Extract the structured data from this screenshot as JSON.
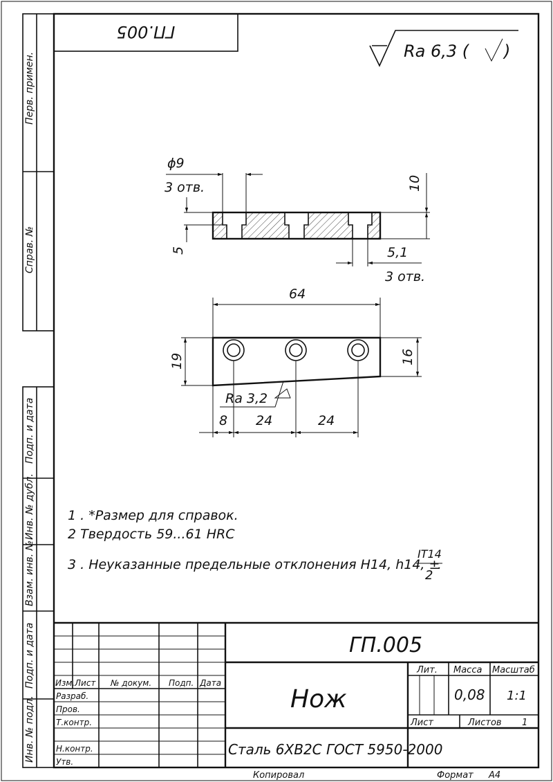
{
  "top_stamp": "ГП.005",
  "roughness": {
    "general": "Ra 6,3 (",
    "face": "Ra 3,2"
  },
  "side_labels": {
    "perv_primen": "Перв. примен.",
    "sprav_no": "Справ. №",
    "podp_data_1": "Подп. и дата",
    "inv_dubl": "Инв. № дубл.",
    "vzam_inv": "Взам. инв. №",
    "podp_data_2": "Подп. и дата",
    "inv_podl": "Инв. № подл."
  },
  "dimensions": {
    "hole_dia": "ϕ9",
    "holes_top": "3 отв.",
    "thickness": "10",
    "counterbore": "5",
    "small_hole": "5,1",
    "holes_bottom": "3 отв.",
    "length": "64",
    "height_left": "19",
    "height_right": "16",
    "pitch_first": "8",
    "pitch_second": "24",
    "pitch_third": "24"
  },
  "notes": {
    "n1": "1 .  *Размер для справок.",
    "n2": "2  Твердость 59...61 HRC",
    "n3": "3 . Неуказанные предельные отклонения H14, h14, ±",
    "frac_num": "IT14",
    "frac_den": "2",
    "frac_dot": "."
  },
  "title_block": {
    "designation": "ГП.005",
    "name": "Нож",
    "material": "Сталь 6ХВ2С ГОСТ 5950-2000",
    "col_izm": "Изм.",
    "col_list": "Лист",
    "col_doc": "№ докум.",
    "col_podp": "Подп.",
    "col_data": "Дата",
    "razrab": "Разраб.",
    "prov": "Пров.",
    "tkontr": "Т.контр.",
    "nkontr": "Н.контр.",
    "utv": "Утв.",
    "lit": "Лит.",
    "massa": "Масса",
    "masshtab": "Масштаб",
    "mass_val": "0,08",
    "scale_val": "1:1",
    "list_label": "Лист",
    "listov_label": "Листов",
    "listov_val": "1"
  },
  "footer": {
    "kopiroval": "Копировал",
    "format": "Формат",
    "format_val": "А4"
  }
}
